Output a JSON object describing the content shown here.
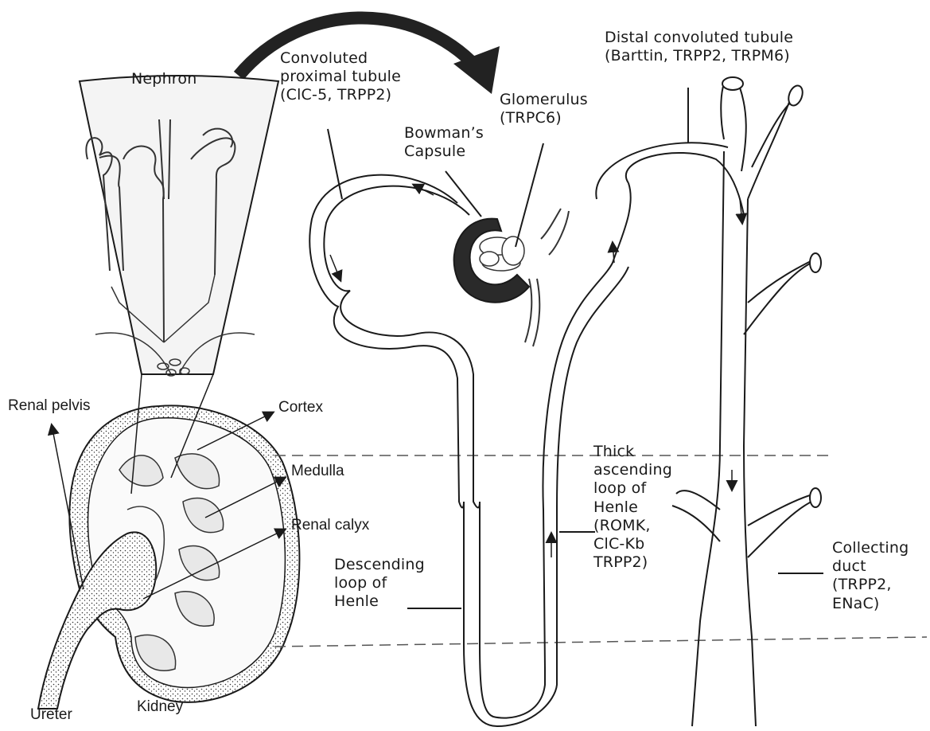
{
  "labels": {
    "nephron": "Nephron",
    "proximal_tubule": "Convoluted\nproximal tubule\n(ClC-5, TRPP2)",
    "glomerulus": "Glomerulus\n(TRPC6)",
    "bowmans_capsule": "Bowman’s\nCapsule",
    "distal_tubule": "Distal convoluted tubule\n(Barttin, TRPP2, TRPM6)",
    "renal_pelvis": "Renal pelvis",
    "cortex": "Cortex",
    "medulla": "Medulla",
    "renal_calyx": "Renal calyx",
    "thick_ascending": "Thick\nascending\nloop of\nHenle\n(ROMK,\nClC-Kb\nTRPP2)",
    "descending": "Descending\nloop of\nHenle",
    "collecting_duct": "Collecting\nduct\n(TRPP2,\nENaC)",
    "ureter": "Ureter",
    "kidney": "Kidney"
  },
  "colors": {
    "ink": "#1a1a1a",
    "paper": "#ffffff",
    "shade": "#f1f1f1",
    "dark": "#2a2a2a"
  }
}
